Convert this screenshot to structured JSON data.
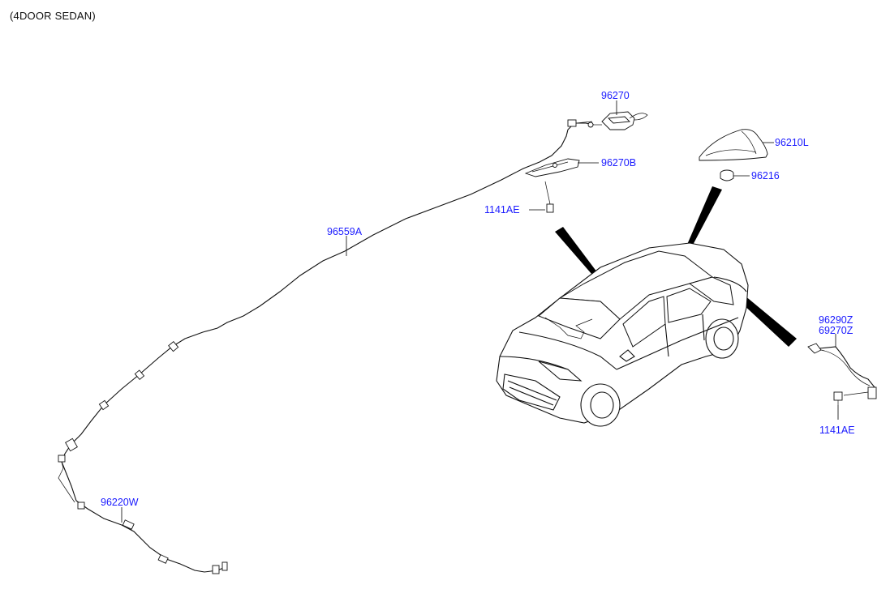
{
  "title": "(4DOOR SEDAN)",
  "parts": {
    "p96270": "96270",
    "p96270B": "96270B",
    "p1141AE_top": "1141AE",
    "p96559A": "96559A",
    "p96210L": "96210L",
    "p96216": "96216",
    "p96290Z": "96290Z",
    "p69270Z": "69270Z",
    "p1141AE_right": "1141AE",
    "p96220W": "96220W"
  },
  "colors": {
    "label": "#1a1aff",
    "line": "#111111",
    "background": "#ffffff"
  }
}
